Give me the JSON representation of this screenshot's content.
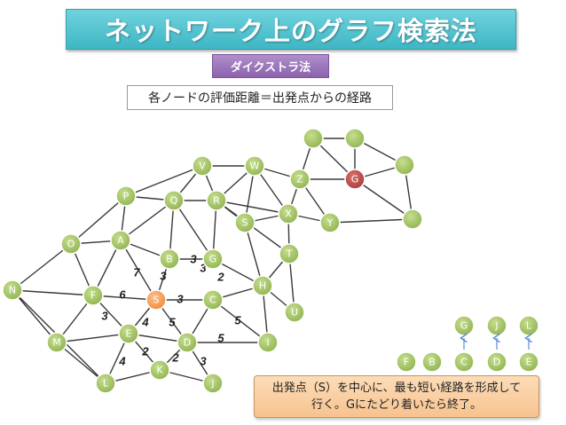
{
  "title": "ネットワーク上のグラフ検索法",
  "subtitle": "ダイクストラ法",
  "caption": "各ノードの評価距離＝出発点からの経路",
  "note": {
    "line1": "出発点（S）を中心に、最も短い経路を形成して",
    "line2": "行く。Gにたどり着いたら終了。"
  },
  "colors": {
    "node_default": "#9bbb59",
    "node_start": "#f79646",
    "node_goal": "#c0504d",
    "edge": "#3a3a3a",
    "title_bg": "#4bacc6",
    "subtitle_bg": "#8064a2",
    "note_bg": "#fac090"
  },
  "nodes": [
    {
      "id": "V",
      "label": "V"
    },
    {
      "id": "W",
      "label": "W"
    },
    {
      "id": "Z",
      "label": "Z"
    },
    {
      "id": "G",
      "label": "G",
      "role": "goal"
    },
    {
      "id": "u1",
      "label": ""
    },
    {
      "id": "u2",
      "label": ""
    },
    {
      "id": "u3",
      "label": ""
    },
    {
      "id": "P",
      "label": "P"
    },
    {
      "id": "Q",
      "label": "Q"
    },
    {
      "id": "R",
      "label": "R"
    },
    {
      "id": "X",
      "label": "X"
    },
    {
      "id": "S2",
      "label": "S"
    },
    {
      "id": "Y",
      "label": "Y"
    },
    {
      "id": "u4",
      "label": ""
    },
    {
      "id": "O",
      "label": "O"
    },
    {
      "id": "A",
      "label": "A"
    },
    {
      "id": "T",
      "label": "T"
    },
    {
      "id": "B",
      "label": "B"
    },
    {
      "id": "G2",
      "label": "G"
    },
    {
      "id": "N",
      "label": "N"
    },
    {
      "id": "F",
      "label": "F"
    },
    {
      "id": "S",
      "label": "S",
      "role": "start"
    },
    {
      "id": "C",
      "label": "C"
    },
    {
      "id": "H",
      "label": "H"
    },
    {
      "id": "U",
      "label": "U"
    },
    {
      "id": "M",
      "label": "M"
    },
    {
      "id": "E",
      "label": "E"
    },
    {
      "id": "D",
      "label": "D"
    },
    {
      "id": "I",
      "label": "I"
    },
    {
      "id": "K",
      "label": "K"
    },
    {
      "id": "L",
      "label": "L"
    },
    {
      "id": "J",
      "label": "J"
    }
  ],
  "edges": [
    [
      "V",
      "W"
    ],
    [
      "W",
      "Z"
    ],
    [
      "Z",
      "G"
    ],
    [
      "G",
      "u4"
    ],
    [
      "u1",
      "u2"
    ],
    [
      "u1",
      "Z"
    ],
    [
      "u1",
      "G"
    ],
    [
      "u2",
      "G"
    ],
    [
      "u2",
      "u3"
    ],
    [
      "u3",
      "G"
    ],
    [
      "u3",
      "u4"
    ],
    [
      "u4",
      "Y"
    ],
    [
      "Z",
      "Y"
    ],
    [
      "P",
      "V"
    ],
    [
      "V",
      "Q"
    ],
    [
      "V",
      "R"
    ],
    [
      "W",
      "R"
    ],
    [
      "W",
      "S2"
    ],
    [
      "W",
      "X"
    ],
    [
      "Z",
      "X"
    ],
    [
      "P",
      "Q"
    ],
    [
      "Q",
      "R"
    ],
    [
      "R",
      "S2"
    ],
    [
      "S2",
      "X"
    ],
    [
      "X",
      "Y"
    ],
    [
      "R",
      "X"
    ],
    [
      "R",
      "T"
    ],
    [
      "X",
      "T"
    ],
    [
      "P",
      "O"
    ],
    [
      "P",
      "A"
    ],
    [
      "Q",
      "A"
    ],
    [
      "Q",
      "G2"
    ],
    [
      "O",
      "A"
    ],
    [
      "O",
      "N"
    ],
    [
      "O",
      "F"
    ],
    [
      "A",
      "B"
    ],
    [
      "A",
      "F"
    ],
    [
      "A",
      "S"
    ],
    [
      "Q",
      "B"
    ],
    [
      "B",
      "G2"
    ],
    [
      "B",
      "S"
    ],
    [
      "G2",
      "H"
    ],
    [
      "S2",
      "H"
    ],
    [
      "T",
      "H"
    ],
    [
      "T",
      "U"
    ],
    [
      "N",
      "F"
    ],
    [
      "N",
      "M"
    ],
    [
      "N",
      "L"
    ],
    [
      "F",
      "S"
    ],
    [
      "F",
      "E"
    ],
    [
      "F",
      "M"
    ],
    [
      "S",
      "C"
    ],
    [
      "S",
      "E"
    ],
    [
      "S",
      "D"
    ],
    [
      "C",
      "H"
    ],
    [
      "C",
      "D"
    ],
    [
      "C",
      "I"
    ],
    [
      "H",
      "U"
    ],
    [
      "H",
      "I"
    ],
    [
      "M",
      "E"
    ],
    [
      "M",
      "L"
    ],
    [
      "E",
      "D"
    ],
    [
      "E",
      "K"
    ],
    [
      "E",
      "L"
    ],
    [
      "D",
      "I"
    ],
    [
      "D",
      "K"
    ],
    [
      "D",
      "J"
    ],
    [
      "K",
      "L"
    ],
    [
      "K",
      "J"
    ],
    [
      "R",
      "G2"
    ]
  ],
  "weights": [
    {
      "label": "7"
    },
    {
      "label": "3"
    },
    {
      "label": "3"
    },
    {
      "label": "3"
    },
    {
      "label": "2"
    },
    {
      "label": "6"
    },
    {
      "label": "3"
    },
    {
      "label": "3"
    },
    {
      "label": "4"
    },
    {
      "label": "5"
    },
    {
      "label": "5"
    },
    {
      "label": "5"
    },
    {
      "label": "2"
    },
    {
      "label": "4"
    },
    {
      "label": "2"
    },
    {
      "label": "3"
    }
  ],
  "legend_nodes": {
    "row1": [
      "G",
      "J",
      "L"
    ],
    "row2": [
      "F",
      "B",
      "C",
      "D",
      "E"
    ]
  }
}
